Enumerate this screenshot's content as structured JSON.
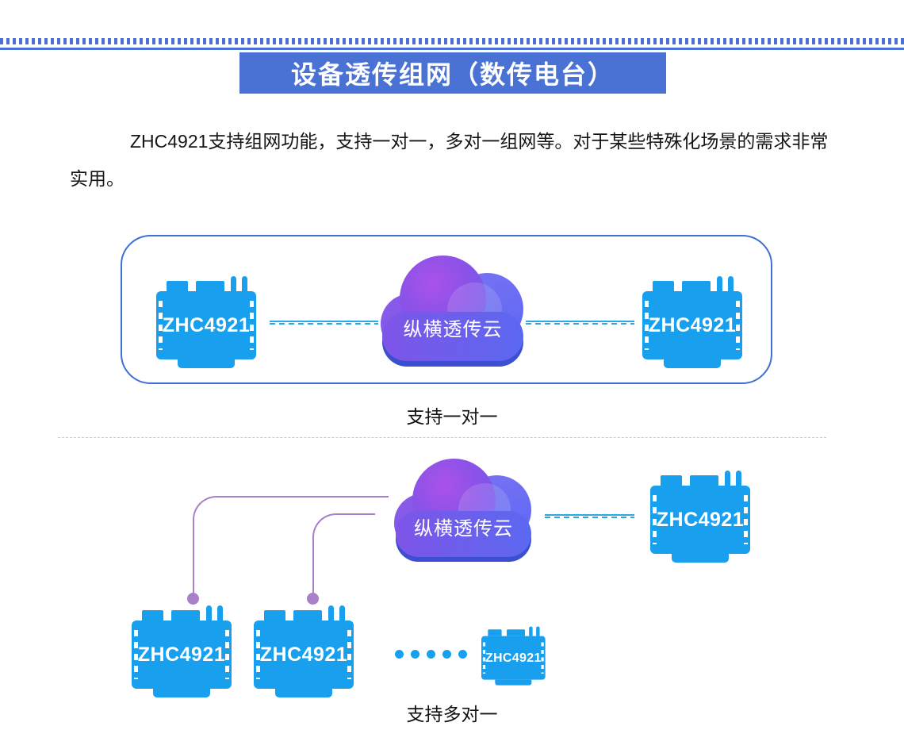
{
  "colors": {
    "accent": "#4a72d4",
    "device-blue": "#18a0ef",
    "link-cyan": "#29a9e8",
    "connector-purple": "#a87fc9"
  },
  "header": {
    "title": "设备透传组网（数传电台）"
  },
  "intro": {
    "text": "ZHC4921支持组网功能，支持一对一，多对一组网等。对于某些特殊化场景的需求非常实用。"
  },
  "diagram_one_to_one": {
    "caption": "支持一对一",
    "cloud_label": "纵横透传云",
    "devices": [
      {
        "label": "ZHC4921"
      },
      {
        "label": "ZHC4921"
      }
    ]
  },
  "diagram_many_to_one": {
    "caption": "支持多对一",
    "cloud_label": "纵横透传云",
    "right_device": {
      "label": "ZHC4921"
    },
    "bottom_devices": [
      {
        "label": "ZHC4921"
      },
      {
        "label": "ZHC4921"
      },
      {
        "label": "ZHC4921"
      }
    ],
    "ellipsis_dot_count": 5
  }
}
